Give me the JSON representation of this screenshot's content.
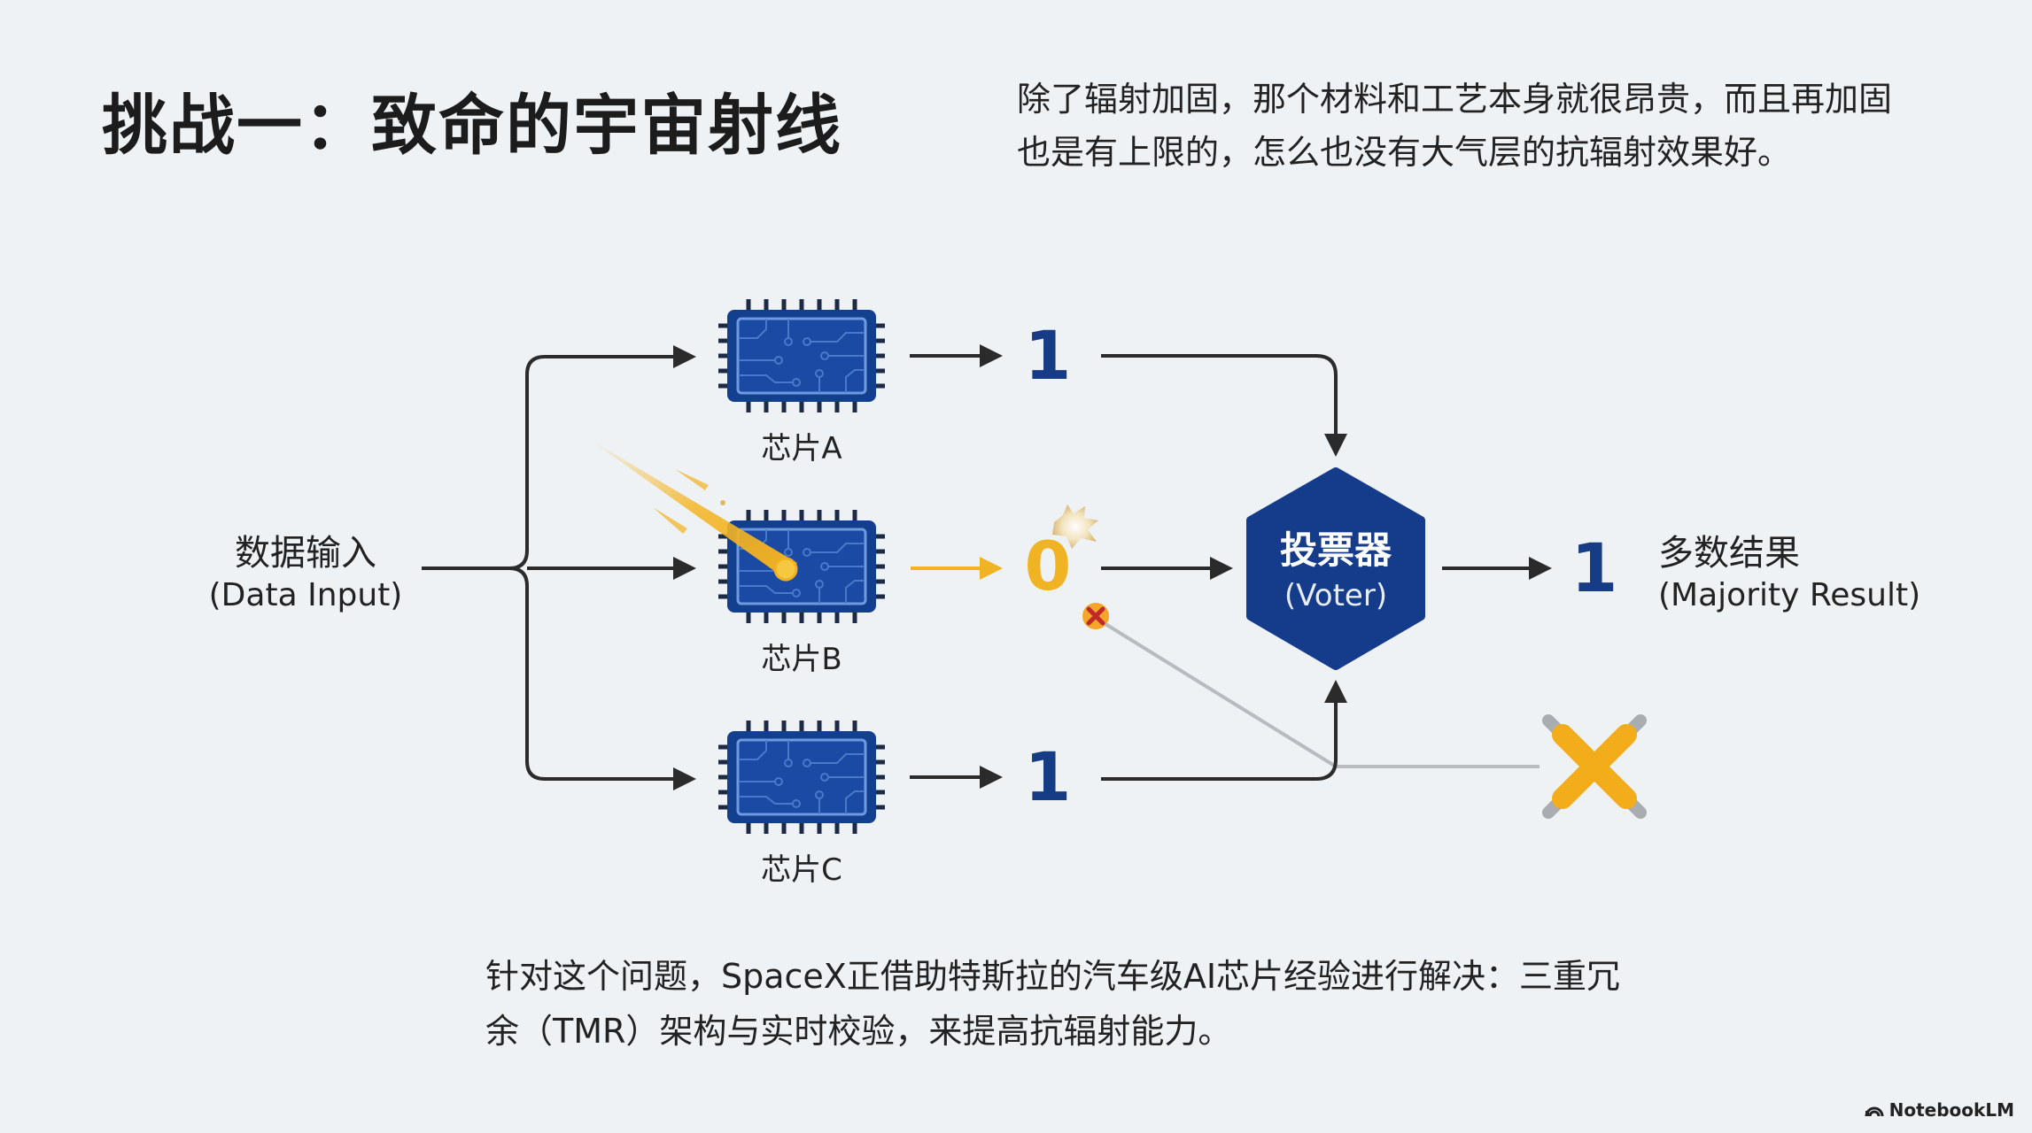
{
  "title": "挑战一：致命的宇宙射线",
  "intro": "除了辐射加固，那个材料和工艺本身就很昂贵，而且再加固也是有上限的，怎么也没有大气层的抗辐射效果好。",
  "diagram": {
    "input": {
      "label_cn": "数据输入",
      "label_en": "(Data Input)"
    },
    "chips": [
      {
        "label": "芯片A",
        "output": "1",
        "status": "ok"
      },
      {
        "label": "芯片B",
        "output": "0",
        "status": "hit-by-cosmic-ray"
      },
      {
        "label": "芯片C",
        "output": "1",
        "status": "ok"
      }
    ],
    "voter": {
      "label_cn": "投票器",
      "label_en": "(Voter)"
    },
    "result": {
      "value": "1",
      "label_cn": "多数结果",
      "label_en": "(Majority Result)"
    },
    "icons": {
      "cosmic_ray": "meteor-streak-icon",
      "explosion": "burst-icon",
      "error": "red-x-icon",
      "rejected": "yellow-x-icon"
    },
    "colors": {
      "chip": "#133f8f",
      "bit_ok": "#163c86",
      "bit_error": "#f0b323",
      "voter": "#143c8a",
      "arrow": "#2b2b2b",
      "reject_line": "#b8bcc0"
    }
  },
  "conclusion": "针对这个问题，SpaceX正借助特斯拉的汽车级AI芯片经验进行解决：三重冗余（TMR）架构与实时校验，来提高抗辐射能力。",
  "brand": "NotebookLM"
}
